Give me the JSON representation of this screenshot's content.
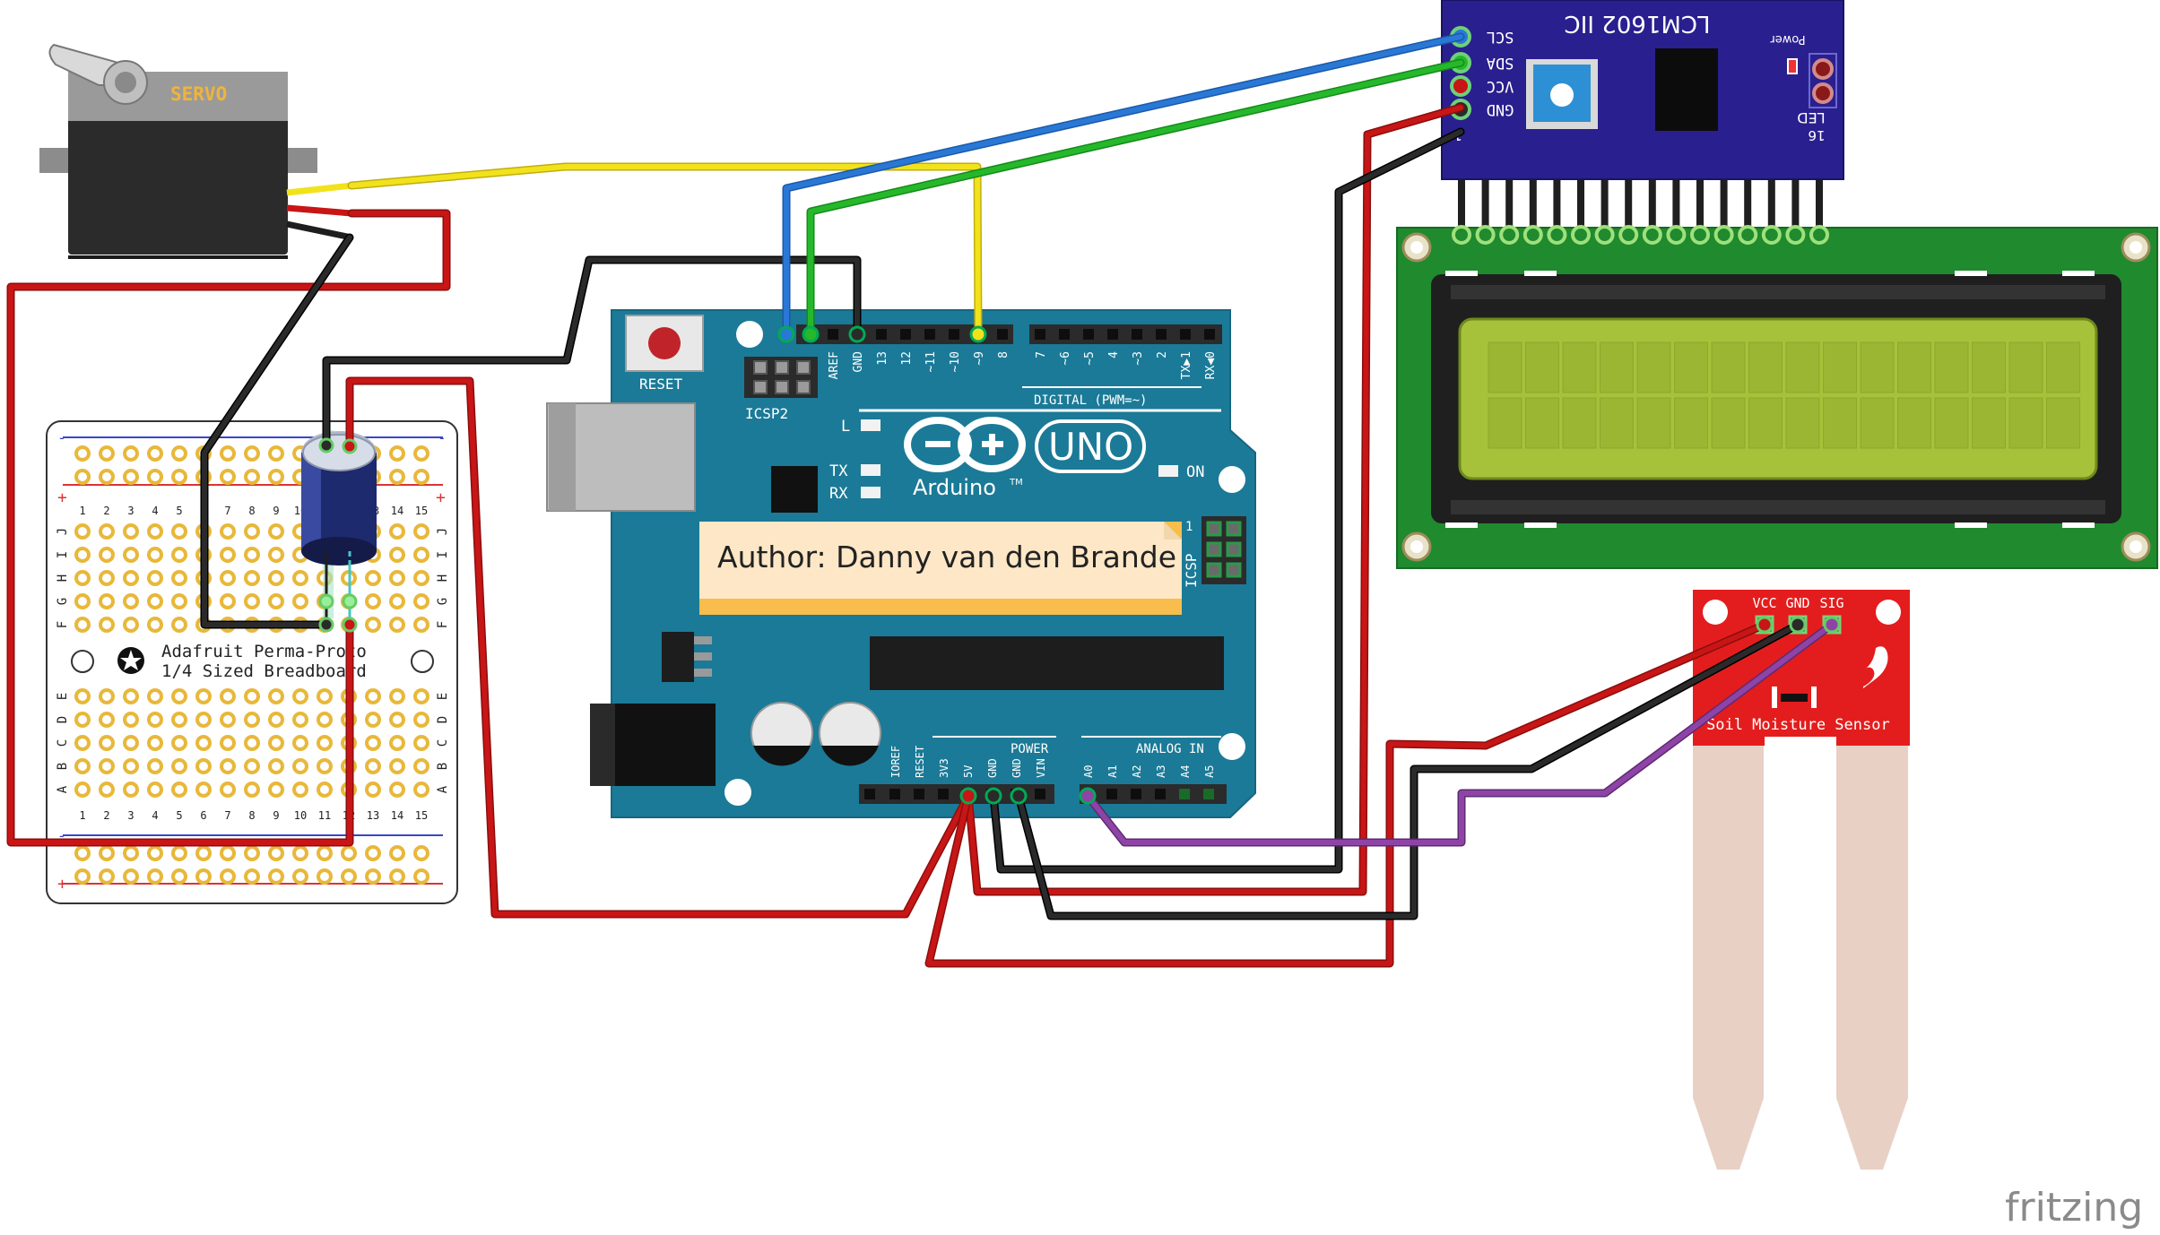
{
  "servo": {
    "label": "SERVO"
  },
  "breadboard": {
    "title_line1": "Adafruit Perma-Proto",
    "title_line2": "1/4 Sized Breadboard",
    "row_letters_top": [
      "J",
      "I",
      "H",
      "G",
      "F"
    ],
    "row_letters_bottom": [
      "E",
      "D",
      "C",
      "B",
      "A"
    ],
    "columns": [
      "1",
      "2",
      "3",
      "4",
      "5",
      "6",
      "7",
      "8",
      "9",
      "10",
      "11",
      "12",
      "13",
      "14",
      "15"
    ],
    "rail_plus": "+",
    "rail_minus": "-"
  },
  "arduino": {
    "reset_label": "RESET",
    "icsp2_label": "ICSP2",
    "icsp_label": "ICSP",
    "digital_label": "DIGITAL (PWM=~)",
    "pins_top_left": [
      "AREF",
      "GND",
      "13",
      "12",
      "~11",
      "~10",
      "~9",
      "8"
    ],
    "pins_top_right": [
      "7",
      "~6",
      "~5",
      "4",
      "~3",
      "2",
      "TX▶1",
      "RX◀0"
    ],
    "led_l": "L",
    "led_tx": "TX",
    "led_rx": "RX",
    "on_label": "ON",
    "logo_text": "UNO",
    "brand": "Arduino",
    "tm": "TM",
    "power_label": "POWER",
    "analog_label": "ANALOG IN",
    "power_pins": [
      "IOREF",
      "RESET",
      "3V3",
      "5V",
      "GND",
      "GND",
      "VIN"
    ],
    "analog_pins": [
      "A0",
      "A1",
      "A2",
      "A3",
      "A4",
      "A5"
    ],
    "icsp_one": "1",
    "note": "Author: Danny van den Brande"
  },
  "i2c_module": {
    "title": "LCM1602 IIC",
    "pins": [
      "SCL",
      "SDA",
      "VCC",
      "GND"
    ],
    "power_label": "Power",
    "led_label": "LED",
    "pin1": "1",
    "pin16": "16"
  },
  "moisture": {
    "pins": [
      "VCC",
      "GND",
      "SIG"
    ],
    "label": "Soil Moisture Sensor"
  },
  "footer": {
    "brand": "fritzing"
  },
  "colors": {
    "arduino_board": "#1b7a97",
    "lcd_pcb": "#1f8a2e",
    "lcd_screen": "#a6c23a",
    "i2c_board": "#2a1f8e",
    "sensor_red": "#e31d1d",
    "wire_red": "#c81515",
    "wire_black": "#1e1e1e",
    "wire_yellow": "#f2e21b",
    "wire_blue": "#2a78d6",
    "wire_green": "#26b82b",
    "wire_purple": "#8e44a6"
  }
}
